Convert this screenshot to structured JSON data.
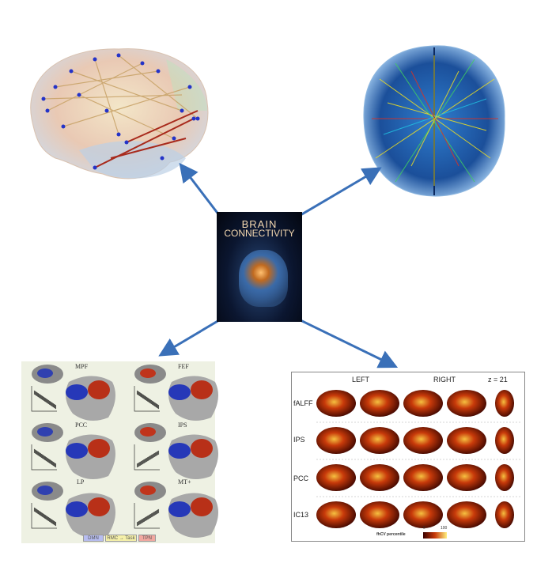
{
  "arrow_color": "#3a70b8",
  "cover": {
    "title_line1": "BRAIN",
    "title_line2": "CONNECTIVITY"
  },
  "left_panel": {
    "regions": [
      "MPF",
      "FEF",
      "PCC",
      "IPS",
      "LP",
      "MT+"
    ],
    "legend": [
      {
        "label": "DMN",
        "color": "#b7bdf0"
      },
      {
        "label": "RMC → Task",
        "color": "#f5f0a8"
      },
      {
        "label": "TPN",
        "color": "#f2a8a0"
      }
    ]
  },
  "right_panel": {
    "columns": [
      "LEFT",
      "RIGHT"
    ],
    "slice_label": "z = 21",
    "rows": [
      "fALFF",
      "IPS",
      "PCC",
      "IC13"
    ],
    "colorbar": {
      "label": "fhCV percentile",
      "min": "0",
      "max": "100"
    }
  }
}
